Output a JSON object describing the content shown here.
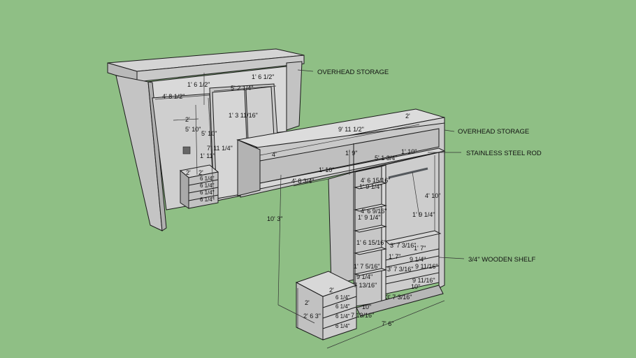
{
  "callouts": {
    "overhead_storage_back": "OVERHEAD STORAGE",
    "overhead_storage_front": "OVERHEAD STORAGE",
    "stainless_steel_rod": "STAINLESS STEEL ROD",
    "wooden_shelf": "3/4\" WOODEN SHELF"
  },
  "back_unit_dims": {
    "d1": "1' 6 1/2\"",
    "d2": "1' 6 1/2\"",
    "d3": "4' 8 1/2\"",
    "d4": "5' 2 1/4\"",
    "d5": "2'",
    "d6": "5' 10\"",
    "d7": "5' 10\"",
    "d8": "1' 3 11/16\"",
    "d9": "7' 11 1/4\"",
    "d10": "1' 11\"",
    "d11": "2'",
    "d12": "6 1/4\"",
    "d13": "6 1/4\"",
    "d14": "6 1/4\"",
    "d15": "6 1/4\"",
    "d16": "2'"
  },
  "front_unit_dims": {
    "d1": "2'",
    "d2": "9' 11 1/2\"",
    "d3": "4'",
    "d4": "1' 9\"",
    "d5": "1' 10\"",
    "d6": "5' 1 3/4\"",
    "d7": "1' 10\"",
    "d8": "4' 8 3/4\"",
    "d9": "4' 6 15/16\"",
    "d10": "1' 9 1/4\"",
    "d11": "4' 10\"",
    "d12": "4' 6 9/16\"",
    "d13": "1' 9 1/4\"",
    "d14": "1' 9 1/4\"",
    "d15": "10' 3\"",
    "d16": "1' 6 15/16\"",
    "d17": "3' 7 3/16\"",
    "d18": "1' 7\"",
    "d19": "1' 7\"",
    "d20": "9 1/4\"",
    "d21": "9 11/16\"",
    "d22": "1' 7 5/16\"",
    "d23": "3' 7 3/16\"",
    "d24": "9 1/4\"",
    "d25": "9 11/16\"",
    "d26": "7 13/16\"",
    "d27": "10\"",
    "d28": "2'",
    "d29": "6 1/4\"",
    "d30": "6 1/4\"",
    "d31": "6 1/4\"",
    "d32": "6 1/4\"",
    "d33": "10\"",
    "d34": "7 13/16\"",
    "d35": "3' 7 3/16\"",
    "d36": "2'",
    "d37": "2' 6 3\"",
    "d38": "7' 6\""
  },
  "colors": {
    "background": "#8fbf85",
    "panel_light": "#dcdcdc",
    "panel_mid": "#c6c6c6",
    "panel_dark": "#a9a9a9",
    "rod": "#55595d"
  }
}
